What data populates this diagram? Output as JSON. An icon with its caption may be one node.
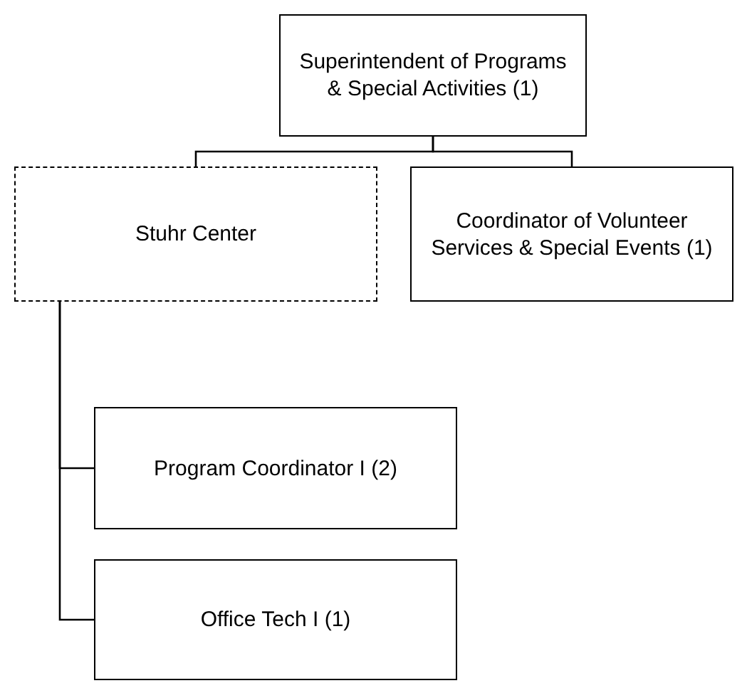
{
  "diagram": {
    "nodes": [
      {
        "text": [
          "Superintendent of Programs & Special Activities (1)"
        ]
      },
      {
        "text": [
          "Stuhr Center"
        ]
      },
      {
        "text": [
          "Coordinator of Volunteer Services & Special Events (1)"
        ]
      },
      {
        "text": [
          "Program Coordinator I (2)"
        ]
      },
      {
        "text": [
          "Office Tech I (1)"
        ]
      }
    ],
    "edges": [
      {
        "from": 0,
        "to": 1,
        "arrow": "none"
      },
      {
        "from": 0,
        "to": 2,
        "arrow": "none"
      },
      {
        "from": 1,
        "to": 3,
        "arrow": "none"
      },
      {
        "from": 1,
        "to": 4,
        "arrow": "none"
      }
    ]
  }
}
